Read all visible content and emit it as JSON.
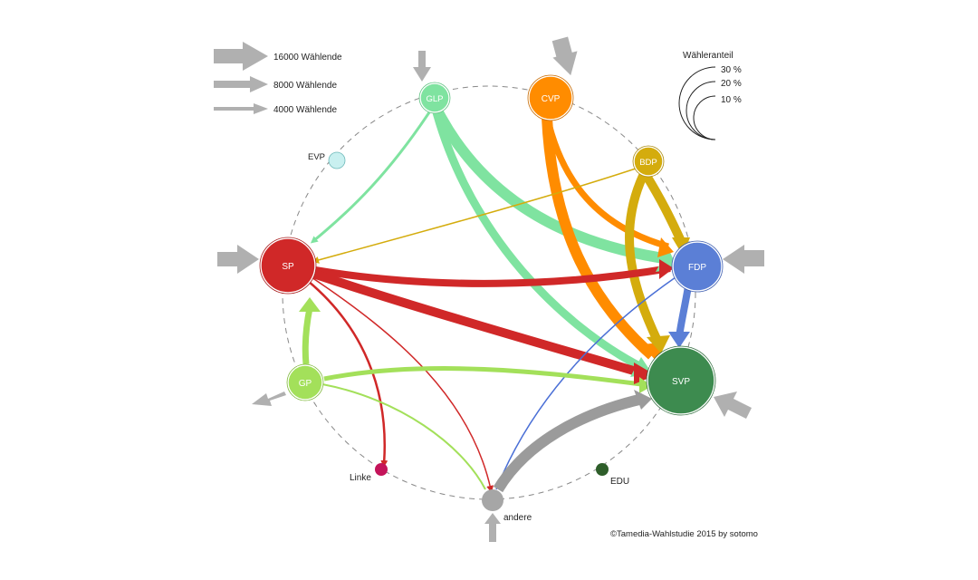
{
  "legend": {
    "flows": [
      {
        "label": "16000 Wählende"
      },
      {
        "label": "8000 Wählende"
      },
      {
        "label": "4000 Wählende"
      }
    ],
    "share_title": "Wähleranteil",
    "shares": [
      "30 %",
      "20 %",
      "10 %"
    ]
  },
  "parties": [
    {
      "id": "glp",
      "label": "GLP",
      "color": "#7fe3a0"
    },
    {
      "id": "cvp",
      "label": "CVP",
      "color": "#ff8c00"
    },
    {
      "id": "bdp",
      "label": "BDP",
      "color": "#d4ac0d"
    },
    {
      "id": "fdp",
      "label": "FDP",
      "color": "#5b7fd6"
    },
    {
      "id": "svp",
      "label": "SVP",
      "color": "#3d8b4f"
    },
    {
      "id": "edu",
      "label": "EDU",
      "color": "#2e5e2a"
    },
    {
      "id": "andere",
      "label": "andere",
      "color": "#a6a6a6"
    },
    {
      "id": "linke",
      "label": "Linke",
      "color": "#c4145a"
    },
    {
      "id": "gp",
      "label": "GP",
      "color": "#a3e05a"
    },
    {
      "id": "sp",
      "label": "SP",
      "color": "#d02828"
    },
    {
      "id": "evp",
      "label": "EVP",
      "color": "#c9f0f0"
    }
  ],
  "credit": "©Tamedia-Wahlstudie 2015 by sotomo"
}
